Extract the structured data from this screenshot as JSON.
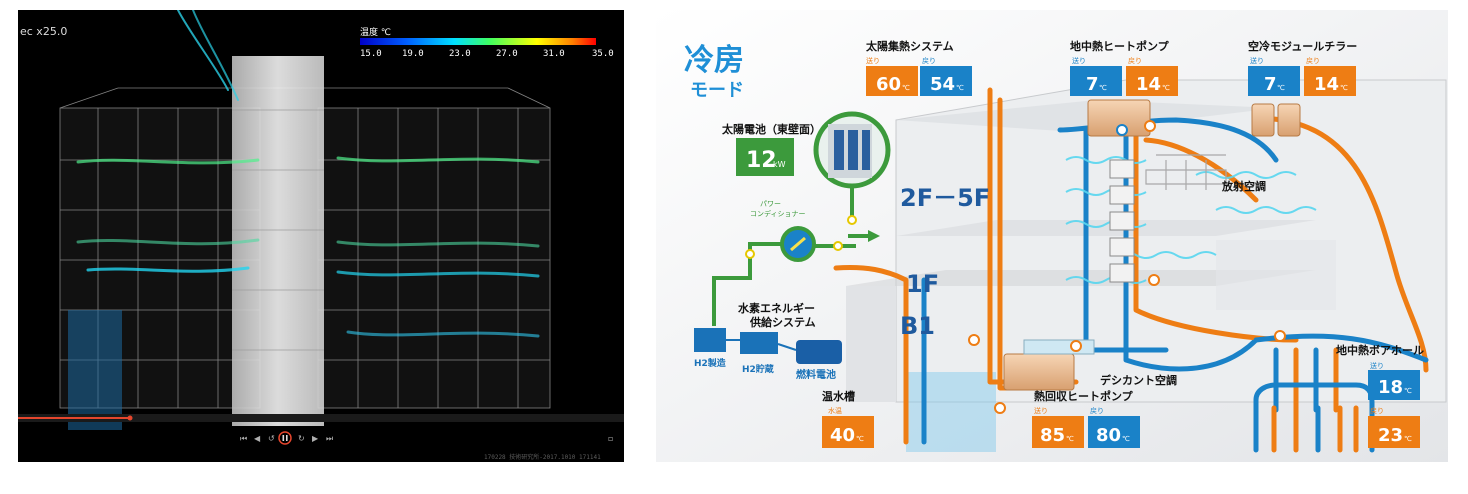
{
  "simulation": {
    "speed_label": "ec  x25.0",
    "colorbar": {
      "title": "温度 ℃",
      "ticks": [
        "15.0",
        "19.0",
        "23.0",
        "27.0",
        "31.0",
        "35.0"
      ]
    },
    "footer_text": "170228  技術研究所-2017.1010 171141"
  },
  "diagram": {
    "mode_title": "冷房",
    "mode_subtitle": "モード",
    "floors": [
      "2F－5F",
      "1F",
      "B1"
    ],
    "solar_panel_label": "太陽電池（東壁面）",
    "solar_panel_value": "12",
    "solar_panel_unit": "kW",
    "power_conditioner_label": "パワー\nコンディショナー",
    "power_conditioner_line1": "パワー",
    "power_conditioner_line2": "コンディショナー",
    "hydrogen_system_line1": "水素エネルギー",
    "hydrogen_system_line2": "供給システム",
    "h2_production": "H2製造",
    "h2_storage": "H2貯蔵",
    "fuel_cell": "燃料電池",
    "solar_thermal": {
      "label": "太陽集熱システム",
      "send_label": "送り",
      "return_label": "戻り",
      "send": "60",
      "return": "54"
    },
    "geothermal_heat_pump": {
      "label": "地中熱ヒートポンプ",
      "send_label": "送り",
      "return_label": "戻り",
      "send": "7",
      "return": "14"
    },
    "air_chiller": {
      "label": "空冷モジュールチラー",
      "send_label": "送り",
      "return_label": "戻り",
      "send": "7",
      "return": "14"
    },
    "radiant_ac": "放射空調",
    "desiccant_ac": "デシカント空調",
    "hot_water_tank": {
      "label": "温水槽",
      "sub": "水温",
      "value": "40"
    },
    "heat_recovery_hp": {
      "label": "熱回収ヒートポンプ",
      "send_label": "送り",
      "return_label": "戻り",
      "send": "85",
      "return": "80"
    },
    "geothermal_borehole": {
      "label": "地中熱ボアホール",
      "send_label": "送り",
      "return_label": "戻り",
      "send": "18",
      "return": "23"
    },
    "unit_c": "℃",
    "colors": {
      "orange": "#ee7d14",
      "blue": "#1a82c8",
      "green": "#3c9a3c",
      "navy": "#1f5a9e",
      "cyan": "#58d6ef"
    }
  }
}
